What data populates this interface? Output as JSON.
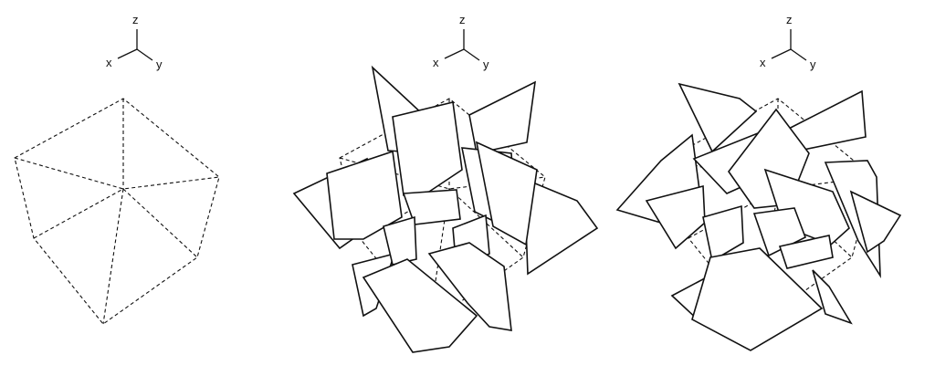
{
  "figure": {
    "panels": [
      {
        "id": "panel-1",
        "axes": {
          "z": "z",
          "x": "x",
          "y": "y"
        }
      },
      {
        "id": "panel-2",
        "axes": {
          "z": "z",
          "x": "x",
          "y": "y"
        }
      },
      {
        "id": "panel-3",
        "axes": {
          "z": "z",
          "x": "x",
          "y": "y"
        }
      }
    ]
  }
}
